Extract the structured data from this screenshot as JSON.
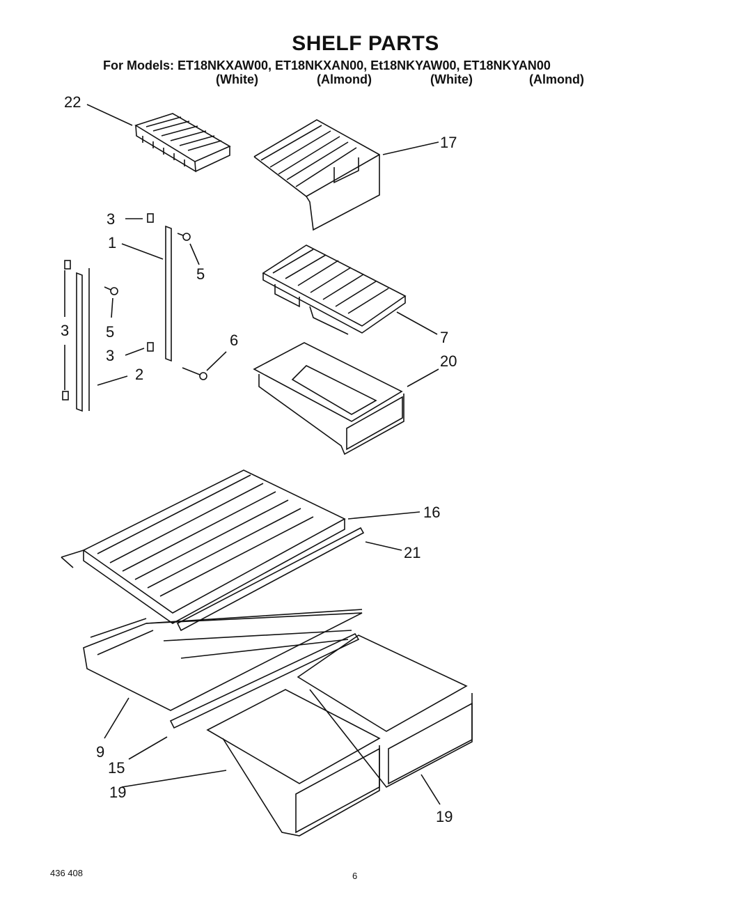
{
  "header": {
    "title": "SHELF PARTS",
    "models_line": "For Models: ET18NKXAW00, ET18NKXAN00, Et18NKYAW00, ET18NKYAN00",
    "variants": [
      "(White)",
      "(Almond)",
      "(White)",
      "(Almond)"
    ]
  },
  "callouts": {
    "c22": "22",
    "c17": "17",
    "c3a": "3",
    "c1": "1",
    "c5a": "5",
    "c3b": "3",
    "c5b": "5",
    "c3c": "3",
    "c6": "6",
    "c2": "2",
    "c7": "7",
    "c20": "20",
    "c16": "16",
    "c21": "21",
    "c9": "9",
    "c15": "15",
    "c19a": "19",
    "c19b": "19"
  },
  "footer": {
    "doc_code": "436  408",
    "page_number": "6"
  }
}
